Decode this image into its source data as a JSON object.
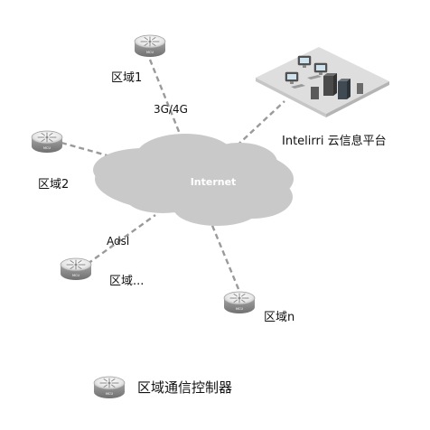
{
  "center": {
    "label": "Internet"
  },
  "platform": {
    "label": "Intelirri 云信息平台"
  },
  "regions": {
    "r1": {
      "label": "区域1",
      "device_text": "MCU"
    },
    "r2": {
      "label": "区域2",
      "device_text": "MCU"
    },
    "r3": {
      "label": "区域...",
      "device_text": "MCU"
    },
    "rn": {
      "label": "区域n",
      "device_text": "MCU"
    }
  },
  "links": {
    "r1": "3G/4G",
    "r3": "Adsl"
  },
  "legend": {
    "label": "区域通信控制器",
    "device_text": "MCU"
  },
  "colors": {
    "cloud": "#c9c9c9",
    "link": "#9a9a9a",
    "device_body": "#8e8e8e",
    "platform_base": "#dedede"
  },
  "icons": {
    "device": "router-icon",
    "cloud": "cloud-icon",
    "platform": "server-cluster-icon"
  }
}
